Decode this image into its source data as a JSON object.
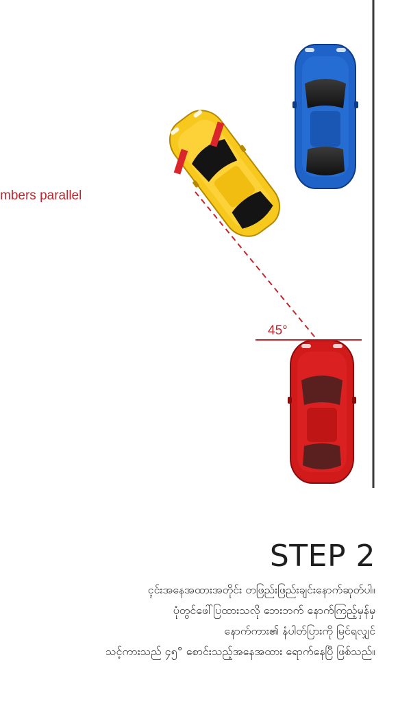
{
  "diagram": {
    "caption": "mbers parallel",
    "angle_label": "45°",
    "colors": {
      "curb_line": "#3a3a3a",
      "guide_line": "#c0272d",
      "marker": "#d8262c",
      "yellow_car": "#f7c81e",
      "blue_car": "#1f63c9",
      "red_car": "#d11a1a"
    },
    "cars": [
      {
        "name": "yellow-car",
        "role": "your car, reversing at an angle"
      },
      {
        "name": "blue-car",
        "role": "parked car in front"
      },
      {
        "name": "red-car",
        "role": "parked car behind"
      }
    ]
  },
  "step": {
    "title": "STEP 2",
    "lines": [
      "ၚင်းအနေအထားအတိုင်း တဖြည်းဖြည်းချင်းနောက်ဆုတ်ပါ။",
      "ပုံတွင်ဖေါ်ပြထားသလို ဘေးဘက် နောက်ကြည့်မှန်မှ",
      "နောက်ကား၏ နံပါတ်ပြားကို မြင်ရလျှင်",
      "သင့်ကားသည် ၄၅° စောင်းသည့်အနေအထား ရောက်နေပြီ ဖြစ်သည်။"
    ]
  }
}
